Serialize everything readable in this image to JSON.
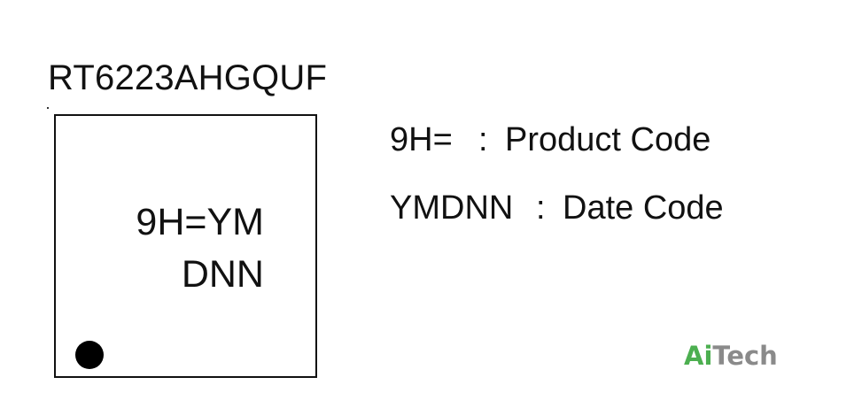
{
  "part_number": "RT6223AHGQUF",
  "package_marking": {
    "line1": "9H=YM",
    "line2": "DNN"
  },
  "legend": [
    {
      "code": "9H=",
      "separator": ":",
      "description": "Product Code"
    },
    {
      "code": "YMDNN",
      "separator": ":",
      "description": "Date Code"
    }
  ],
  "logo": {
    "part1": "Ai",
    "part2": "Tech",
    "colors": {
      "part1": "#4caf50",
      "part2": "#8a8a8a"
    }
  }
}
